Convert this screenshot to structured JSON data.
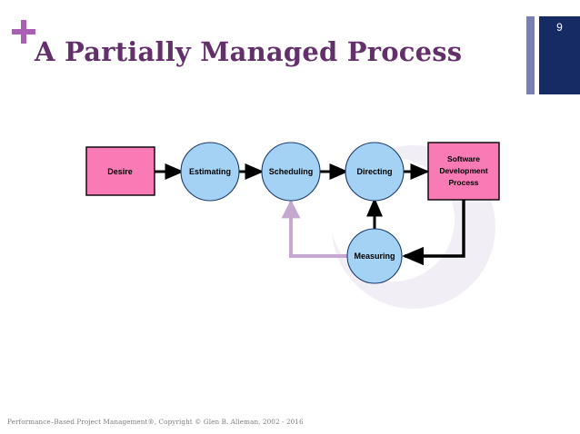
{
  "slide": {
    "title": "A Partially Managed Process",
    "page_number": "9",
    "plus_icon": "plus-icon",
    "footer": "Performance–Based Project Management®, Copyright © Glen B. Alleman, 2002 - 2016"
  },
  "colors": {
    "title_purple": "#63306b",
    "plus_purple": "#a85fb4",
    "badge_navy": "#162b63",
    "accent_bar": "#7b80b4",
    "box_pink": "#f97bb5",
    "circle_blue": "#a4d2f4",
    "circle_stroke": "#1b3a6b",
    "arrow_black": "#000000",
    "feedback_arrow_purple": "#c4a8cf",
    "backdrop_gray": "#f0eef4",
    "footer_gray": "#7d7d7d"
  },
  "diagram": {
    "type": "flow-diagram",
    "nodes": [
      {
        "id": "desire",
        "label": "Desire",
        "shape": "rect",
        "fill": "#f97bb5"
      },
      {
        "id": "estimating",
        "label": "Estimating",
        "shape": "circle",
        "fill": "#a4d2f4"
      },
      {
        "id": "scheduling",
        "label": "Scheduling",
        "shape": "circle",
        "fill": "#a4d2f4"
      },
      {
        "id": "directing",
        "label": "Directing",
        "shape": "circle",
        "fill": "#a4d2f4"
      },
      {
        "id": "sdp",
        "label": "Software Development Process",
        "shape": "rect",
        "fill": "#f97bb5",
        "lines": [
          "Software",
          "Development",
          "Process"
        ]
      },
      {
        "id": "measuring",
        "label": "Measuring",
        "shape": "circle",
        "fill": "#a4d2f4"
      }
    ],
    "edges": [
      {
        "from": "desire",
        "to": "estimating",
        "style": "solid-black"
      },
      {
        "from": "estimating",
        "to": "scheduling",
        "style": "solid-black"
      },
      {
        "from": "scheduling",
        "to": "directing",
        "style": "solid-black"
      },
      {
        "from": "directing",
        "to": "sdp",
        "style": "solid-black"
      },
      {
        "from": "sdp",
        "to": "measuring",
        "style": "solid-black"
      },
      {
        "from": "measuring",
        "to": "directing",
        "style": "solid-black"
      },
      {
        "from": "measuring",
        "to": "scheduling",
        "style": "solid-purple"
      }
    ]
  }
}
